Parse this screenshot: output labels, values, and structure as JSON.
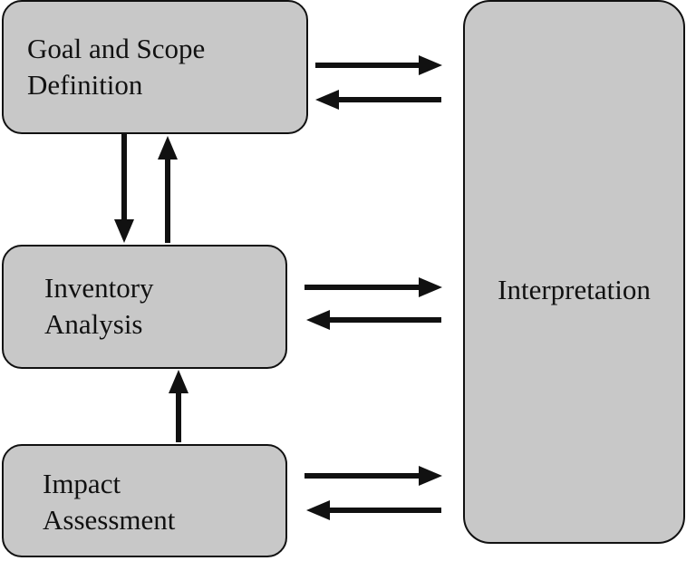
{
  "diagram": {
    "goal_scope": {
      "line1": "Goal and Scope",
      "line2": "Definition"
    },
    "inventory": {
      "line1": "Inventory",
      "line2": "Analysis"
    },
    "impact": {
      "line1": "Impact",
      "line2": "Assessment"
    },
    "interpretation": {
      "label": "Interpretation"
    },
    "colors": {
      "box_fill": "#c8c8c8",
      "stroke": "#111111",
      "background": "#ffffff"
    }
  }
}
